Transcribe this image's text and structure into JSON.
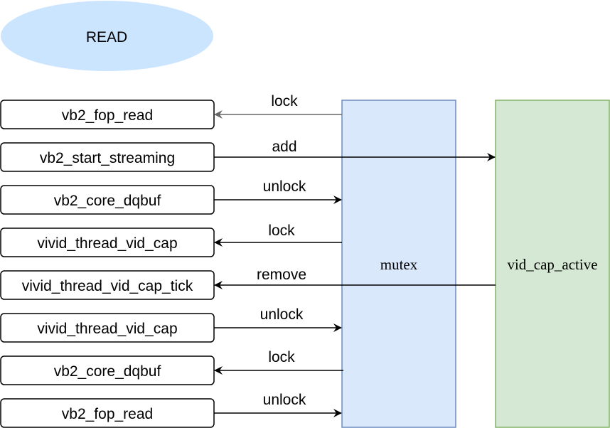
{
  "title": "READ",
  "functions": [
    "vb2_fop_read",
    "vb2_start_streaming",
    "vb2_core_dqbuf",
    "vivid_thread_vid_cap",
    "vivid_thread_vid_cap_tick",
    "vivid_thread_vid_cap",
    "vb2_core_dqbuf",
    "vb2_fop_read"
  ],
  "edges": [
    {
      "label": "lock"
    },
    {
      "label": "add"
    },
    {
      "label": "unlock"
    },
    {
      "label": "lock"
    },
    {
      "label": "remove"
    },
    {
      "label": "unlock"
    },
    {
      "label": "lock"
    },
    {
      "label": "unlock"
    }
  ],
  "blocks": {
    "mutex": "mutex",
    "vid_cap_active": "vid_cap_active"
  },
  "colors": {
    "ellipse_fill": "#cce5ff",
    "mutex_fill": "#dae8fc",
    "mutex_stroke": "#6c8ebf",
    "active_fill": "#d5e8d4",
    "active_stroke": "#82b366",
    "arrow_gray": "#666666",
    "arrow_black": "#000000"
  }
}
